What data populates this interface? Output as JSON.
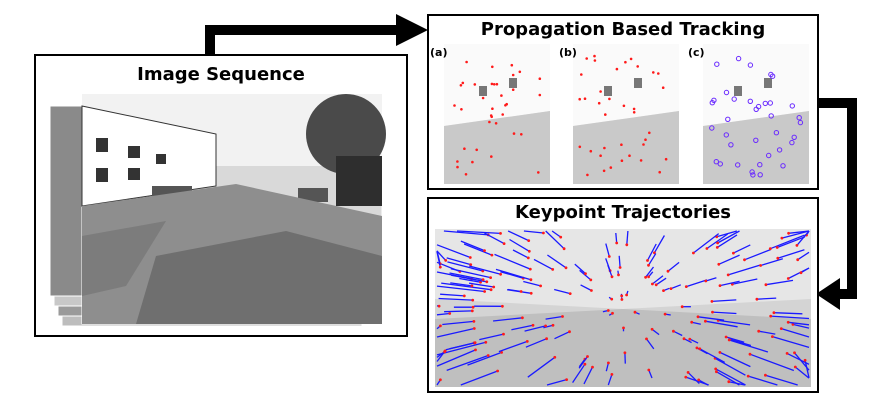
{
  "panels": {
    "sequence": {
      "title": "Image Sequence"
    },
    "tracking": {
      "title": "Propagation Based Tracking",
      "subfigures": [
        {
          "label": "(a)"
        },
        {
          "label": "(b)"
        },
        {
          "label": "(c)"
        }
      ]
    },
    "trajectories": {
      "title": "Keypoint Trajectories"
    }
  },
  "colors": {
    "keypoint": "#ff1a1a",
    "trajectory": "#1a1aff",
    "matched": "#6a2aff"
  }
}
